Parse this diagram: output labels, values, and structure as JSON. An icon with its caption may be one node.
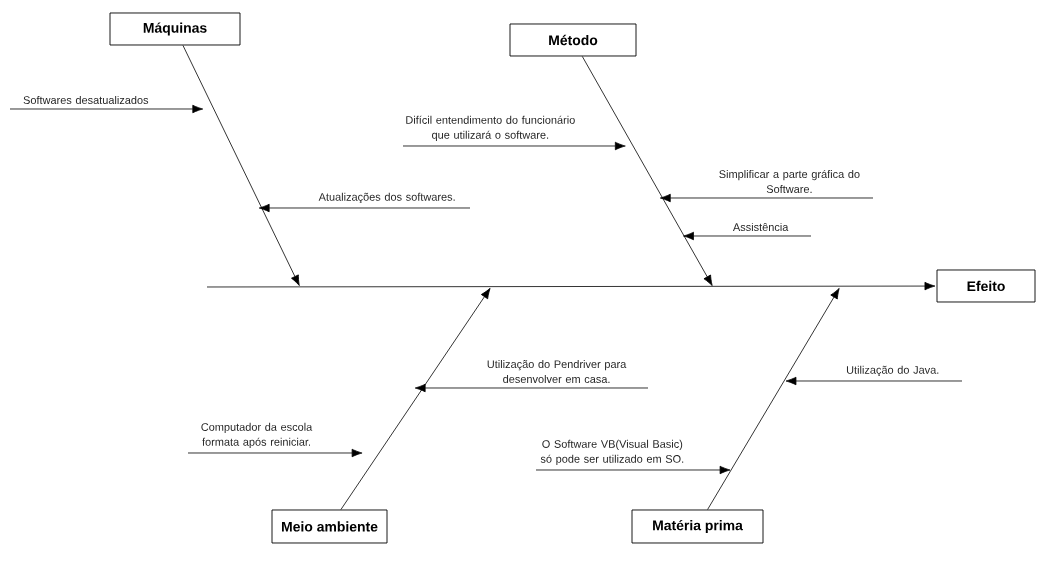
{
  "diagram": {
    "nodes": [
      {
        "text": [
          "Máquinas"
        ]
      },
      {
        "text": [
          "Método"
        ]
      },
      {
        "text": [
          "Softwares desatualizados"
        ]
      },
      {
        "text": [
          "Difícil entendimento do funcionário que utilizará o software."
        ]
      },
      {
        "text": [
          "Simplificar a parte gráfica do Software."
        ]
      },
      {
        "text": [
          "Atualizações dos softwares."
        ]
      },
      {
        "text": [
          "Assistência"
        ]
      },
      {
        "text": [
          "Efeito"
        ]
      },
      {
        "text": [
          "Utilização do Pendriver para desenvolver em casa."
        ]
      },
      {
        "text": [
          "Utilização do Java."
        ]
      },
      {
        "text": [
          "Computador da escola formata após reiniciar."
        ]
      },
      {
        "text": [
          "O Software VB(Visual Basic) só pode ser utilizado em SO."
        ]
      },
      {
        "text": [
          "Meio ambiente"
        ]
      },
      {
        "text": [
          "Matéria prima"
        ]
      }
    ],
    "edges": [
      {
        "from": 0,
        "to": null,
        "arrow": "to"
      },
      {
        "from": 1,
        "to": null,
        "arrow": "to"
      },
      {
        "from": 12,
        "to": null,
        "arrow": "to"
      },
      {
        "from": 13,
        "to": null,
        "arrow": "to"
      },
      {
        "from": null,
        "to": 7,
        "arrow": "to"
      },
      {
        "from": 2,
        "to": null,
        "arrow": "to"
      },
      {
        "from": 3,
        "to": null,
        "arrow": "to"
      },
      {
        "from": 4,
        "to": null,
        "arrow": "to"
      },
      {
        "from": 5,
        "to": null,
        "arrow": "to"
      },
      {
        "from": 6,
        "to": null,
        "arrow": "to"
      },
      {
        "from": 8,
        "to": null,
        "arrow": "to"
      },
      {
        "from": 9,
        "to": null,
        "arrow": "to"
      },
      {
        "from": 10,
        "to": null,
        "arrow": "to"
      },
      {
        "from": 11,
        "to": null,
        "arrow": "to"
      }
    ]
  }
}
